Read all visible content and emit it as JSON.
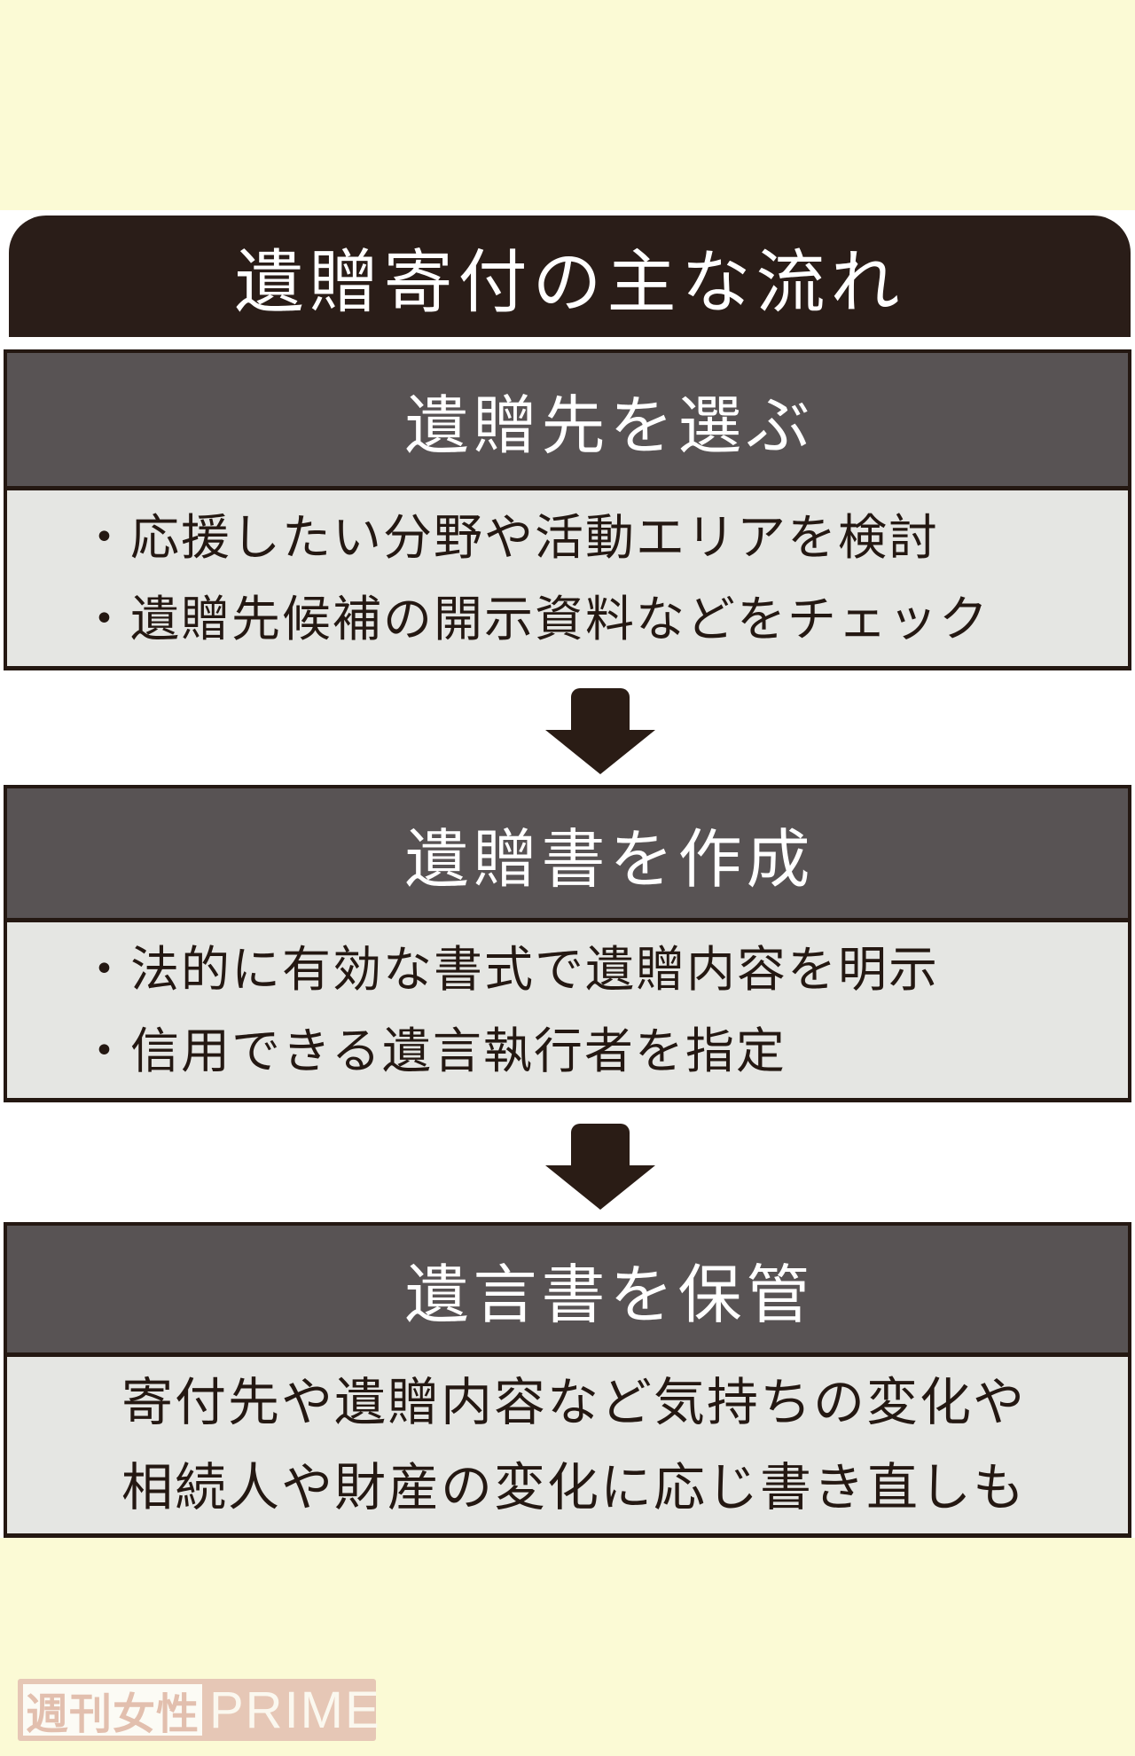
{
  "page": {
    "background_color": "#FBFAD5",
    "panel_color": "#FFFFFF"
  },
  "title": {
    "text": "遺贈寄付の主な流れ",
    "bg_color": "#2A1D18",
    "text_color": "#FFFFFF"
  },
  "colors": {
    "step_heading_bg": "#585354",
    "step_heading_text": "#FFFFFF",
    "step_body_bg": "#E5E6E3",
    "step_body_text": "#241812",
    "border": "#241812",
    "arrow": "#2A1C15",
    "watermark_pink": "#E6C7B6",
    "watermark_white": "#FCFBF5"
  },
  "steps": [
    {
      "heading": "遺贈先を選ぶ",
      "lines": [
        "・応援したい分野や活動エリアを検討",
        "・遺贈先候補の開示資料などをチェック"
      ]
    },
    {
      "heading": "遺贈書を作成",
      "lines": [
        "・法的に有効な書式で遺贈内容を明示",
        "・信用できる遺言執行者を指定"
      ]
    },
    {
      "heading": "遺言書を保管",
      "lines": [
        "寄付先や遺贈内容など気持ちの変化や",
        "相続人や財産の変化に応じ書き直しも"
      ]
    }
  ],
  "watermark": {
    "logo_text": "週刊女性",
    "suffix_text": "PRIME"
  }
}
